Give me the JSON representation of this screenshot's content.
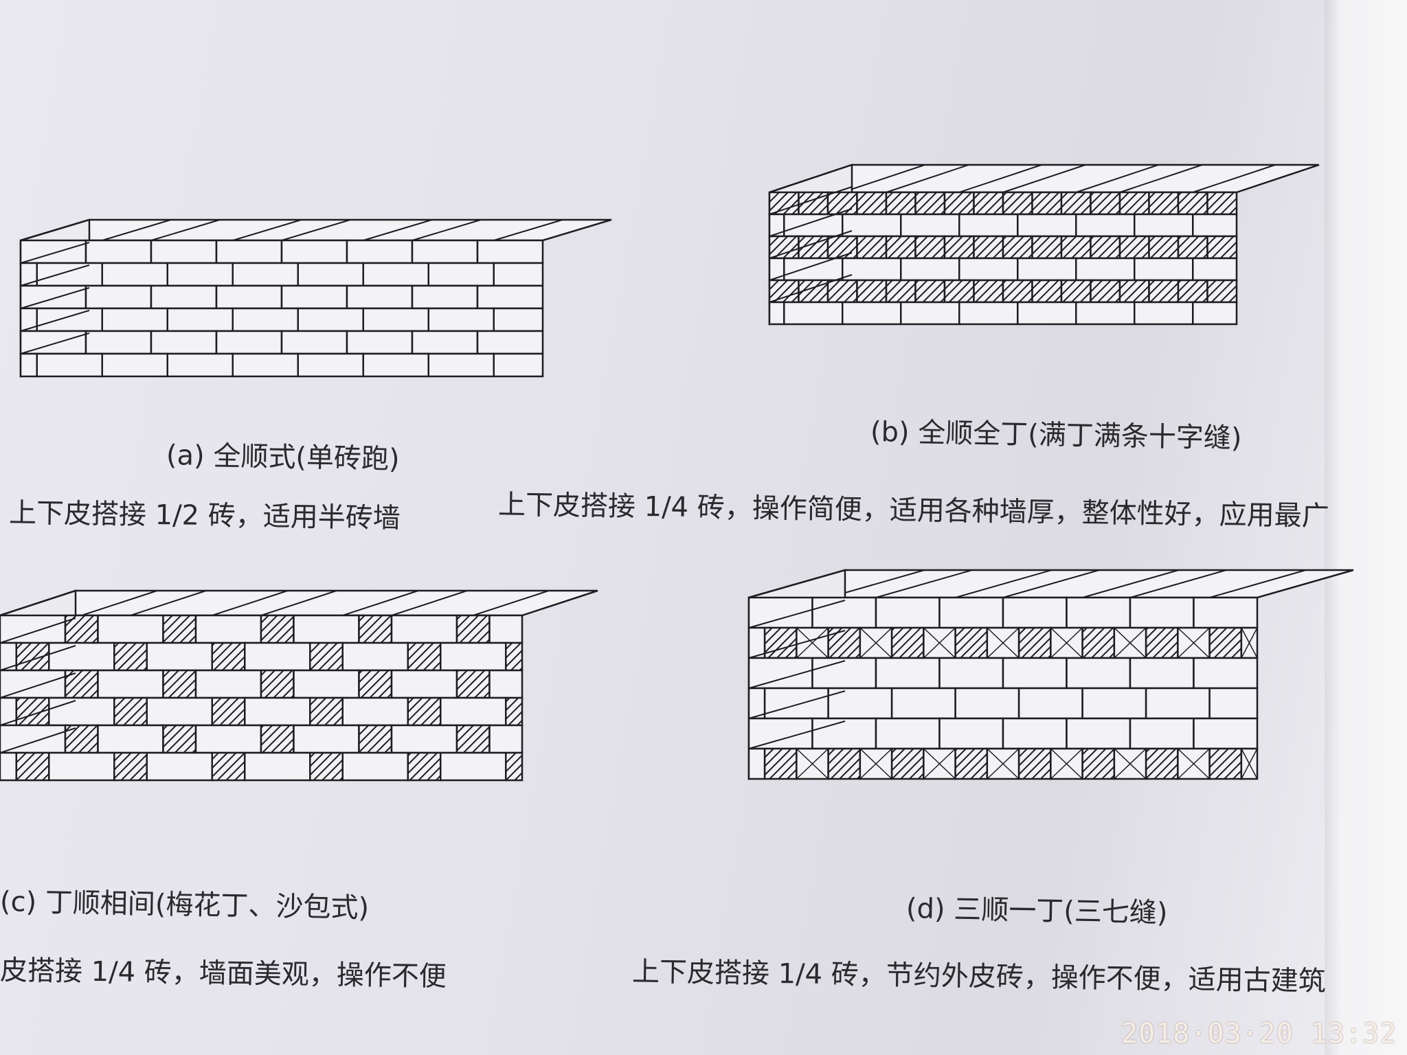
{
  "figures": [
    {
      "caption": "(a) 全顺式(单砖跑)",
      "description": "上下皮搭接 1/2 砖，适用半砖墙"
    },
    {
      "caption": "(b) 全顺全丁(满丁满条十字缝)",
      "description": "上下皮搭接 1/4 砖，操作简便，适用各种墙厚，整体性好，应用最广"
    },
    {
      "caption": "(c) 丁顺相间(梅花丁、沙包式)",
      "description": "皮搭接 1/4 砖，墙面美观，操作不便"
    },
    {
      "caption": "(d) 三顺一丁(三七缝)",
      "description": "上下皮搭接 1/4 砖，节约外皮砖，操作不便，适用古建筑"
    }
  ],
  "timestamp": "2018·03·20  13:32",
  "colors": {
    "paper": "#e6e5ec",
    "ink": "#262428",
    "stamp": "#f4efe6"
  }
}
